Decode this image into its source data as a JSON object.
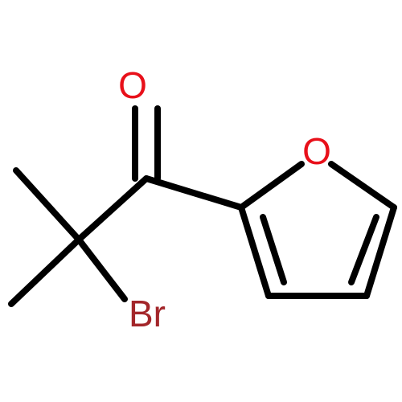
{
  "molecule": {
    "atoms": [
      {
        "id": "O1",
        "symbol": "O",
        "color": "#e8101a"
      },
      {
        "id": "O2",
        "symbol": "O",
        "color": "#e8101a"
      },
      {
        "id": "Br",
        "symbol": "Br",
        "color": "#a3262a"
      }
    ],
    "bond_color": "#000000",
    "background": "#ffffff"
  }
}
